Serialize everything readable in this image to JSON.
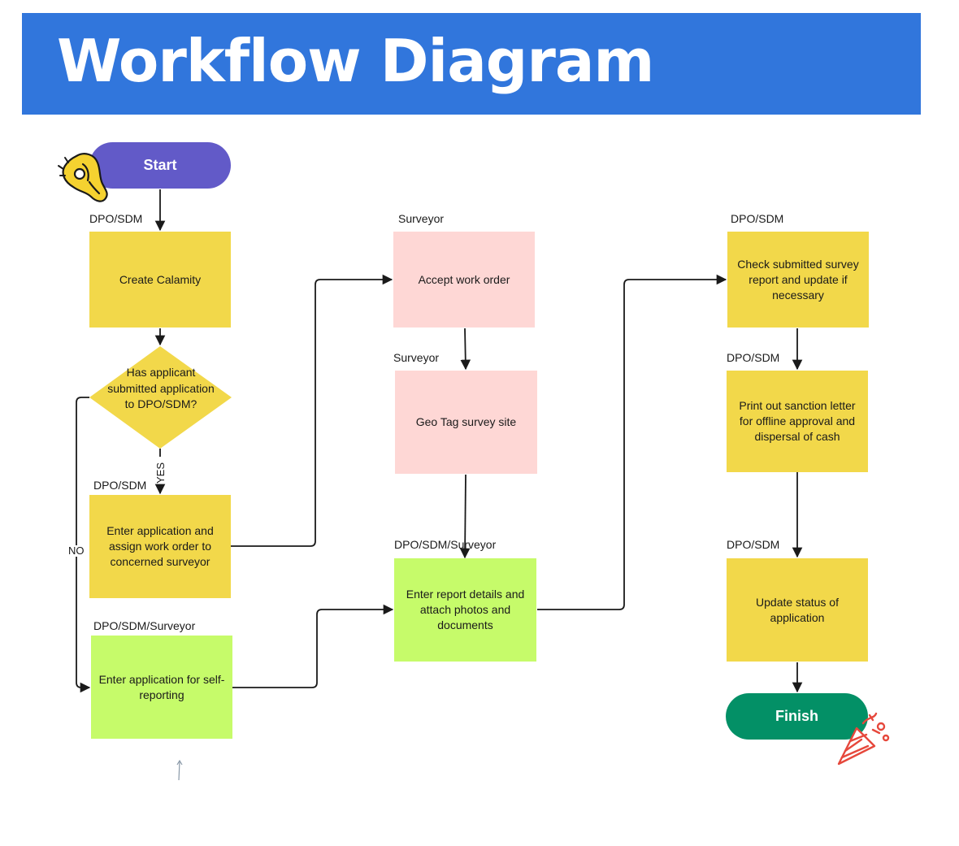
{
  "title": "Workflow Diagram",
  "terminals": {
    "start": "Start",
    "finish": "Finish"
  },
  "lanes": {
    "create_calamity": "DPO/SDM",
    "enter_application": "DPO/SDM",
    "self_reporting": "DPO/SDM/Surveyor",
    "accept_work_order": "Surveyor",
    "geo_tag": "Surveyor",
    "report_details": "DPO/SDM/Surveyor",
    "check_report": "DPO/SDM",
    "print_letter": "DPO/SDM",
    "update_status": "DPO/SDM"
  },
  "steps": {
    "create_calamity": "Create Calamity",
    "decision": "Has applicant submitted application to DPO/SDM?",
    "enter_application": "Enter application and assign work order to concerned surveyor",
    "self_reporting": "Enter application for self-reporting",
    "accept_work_order": "Accept work order",
    "geo_tag": "Geo Tag survey site",
    "report_details": "Enter report details and attach photos and documents",
    "check_report": "Check submitted survey report and update if necessary",
    "print_letter": "Print out sanction letter for offline approval and dispersal of cash",
    "update_status": "Update status of application"
  },
  "branches": {
    "yes": "YES",
    "no": "NO"
  },
  "colors": {
    "banner": "#3176dc",
    "start": "#625ac8",
    "finish": "#039066",
    "dpo_steps": "#f2d84a",
    "surveyor_steps": "#fed7d5",
    "shared_steps": "#c6fb6a",
    "sticker_hand": "#f5d230",
    "sticker_confetti": "#e6483c"
  },
  "icons": {
    "start_sticker": "ok-hand-icon",
    "finish_sticker": "party-popper-icon",
    "stray_arrow": "arrow-up-icon"
  }
}
